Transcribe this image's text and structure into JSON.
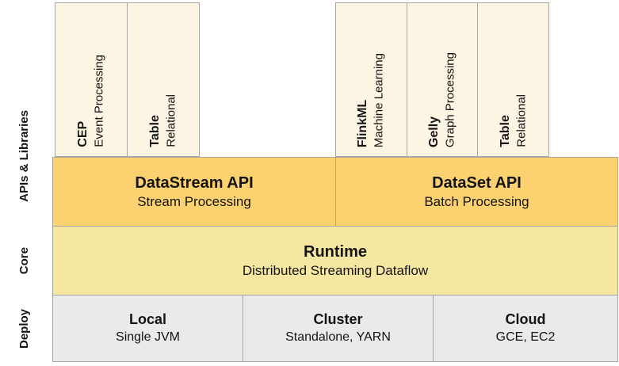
{
  "diagram": {
    "side_labels": {
      "apis": "APIs & Libraries",
      "core": "Core",
      "deploy": "Deploy"
    },
    "library_columns": {
      "datastream": [
        {
          "title": "CEP",
          "subtitle": "Event Processing"
        },
        {
          "title": "Table",
          "subtitle": "Relational"
        }
      ],
      "dataset": [
        {
          "title": "FlinkML",
          "subtitle": "Machine Learning"
        },
        {
          "title": "Gelly",
          "subtitle": "Graph Processing"
        },
        {
          "title": "Table",
          "subtitle": "Relational"
        }
      ]
    },
    "api_row": [
      {
        "title": "DataStream API",
        "subtitle": "Stream Processing"
      },
      {
        "title": "DataSet API",
        "subtitle": "Batch Processing"
      }
    ],
    "core_row": {
      "title": "Runtime",
      "subtitle": "Distributed Streaming Dataflow"
    },
    "deploy_row": [
      {
        "title": "Local",
        "subtitle": "Single JVM"
      },
      {
        "title": "Cluster",
        "subtitle": "Standalone, YARN"
      },
      {
        "title": "Cloud",
        "subtitle": "GCE, EC2"
      }
    ],
    "colors": {
      "library_bg": "#FCF5E3",
      "api_bg": "#FCD170",
      "core_bg": "#F5E7A2",
      "deploy_bg": "#EAEAEA",
      "border": "#A6A6A6",
      "text": "#141414"
    }
  }
}
